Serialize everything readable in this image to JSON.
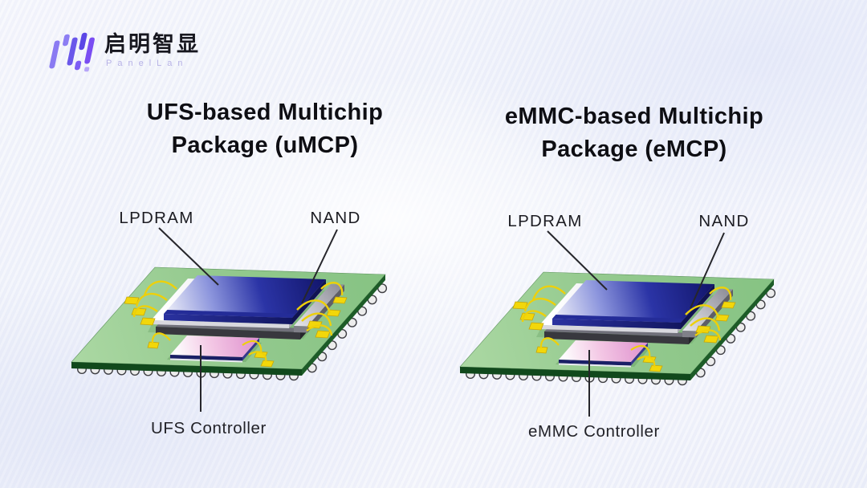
{
  "brand": {
    "logo_cn": "启明智显",
    "logo_en": "PanelLan",
    "accent_color": "#6c5ae8"
  },
  "panels": [
    {
      "id": "umcp",
      "title_line1": "UFS-based Multichip",
      "title_line2": "Package (uMCP)",
      "labels": {
        "dram": "LPDRAM",
        "nand": "NAND",
        "controller": "UFS Controller"
      }
    },
    {
      "id": "emcp",
      "title_line1": "eMMC-based Multichip",
      "title_line2": "Package (eMCP)",
      "labels": {
        "dram": "LPDRAM",
        "nand": "NAND",
        "controller": "eMMC Controller"
      }
    }
  ],
  "illustration_colors": {
    "board_green": "#96cb90",
    "board_edge_green": "#14521f",
    "lpdram_blue": "#161a6e",
    "substrate_white": "#f2f2f6",
    "spacer_dark": "#38383e",
    "nand_gray": "#9a9aa2",
    "controller_pink": "#e39ad0",
    "wirebond_gold": "#f2d70a",
    "solder_ball": "#ececec"
  }
}
